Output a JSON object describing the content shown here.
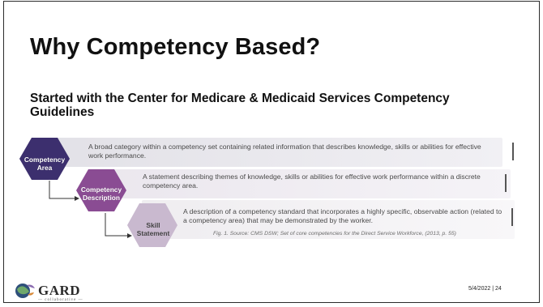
{
  "slide": {
    "title": "Why Competency Based?",
    "subtitle": "Started with the Center for Medicare & Medicaid Services Competency Guidelines"
  },
  "diagram": {
    "items": [
      {
        "label_line1": "Competency",
        "label_line2": "Area",
        "description": "A broad category within a competency set containing related information that describes knowledge, skills or abilities for effective work performance.",
        "color": "#3c2f6e"
      },
      {
        "label_line1": "Competency",
        "label_line2": "Description",
        "description": "A statement describing themes of knowledge, skills or abilities for effective work performance within a discrete competency area.",
        "color": "#8a4c93"
      },
      {
        "label_line1": "Skill",
        "label_line2": "Statement",
        "description": "A description of a competency standard that incorporates a highly specific, observable action (related to a competency area) that may be demonstrated by the worker.",
        "color": "#c9b9cf"
      }
    ],
    "figure_caption": "Fig. 1. Source: CMS DSW; Set of core competencies for the Direct Service Workforce, (2013, p. 55)"
  },
  "footer": {
    "logo_text": "GARD",
    "logo_subtext": "— collaborative —",
    "date_page": "5/4/2022 | 24"
  }
}
